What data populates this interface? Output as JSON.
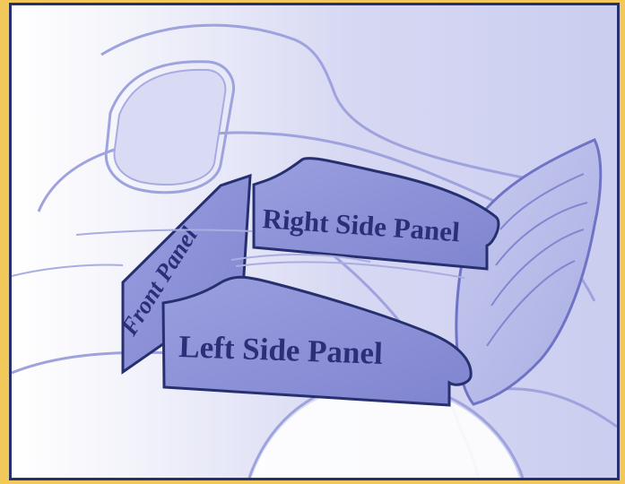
{
  "diagram": {
    "labels": {
      "front_panel": "Front Panel",
      "right_side_panel": "Right Side Panel",
      "left_side_panel": "Left Side Panel"
    },
    "colors": {
      "background_frame": "#f3c85a",
      "border": "#27306f",
      "vehicle_tint": "#c7c9ef",
      "panel_fill": "#8d92d8",
      "label_text": "#2a2f78"
    }
  }
}
